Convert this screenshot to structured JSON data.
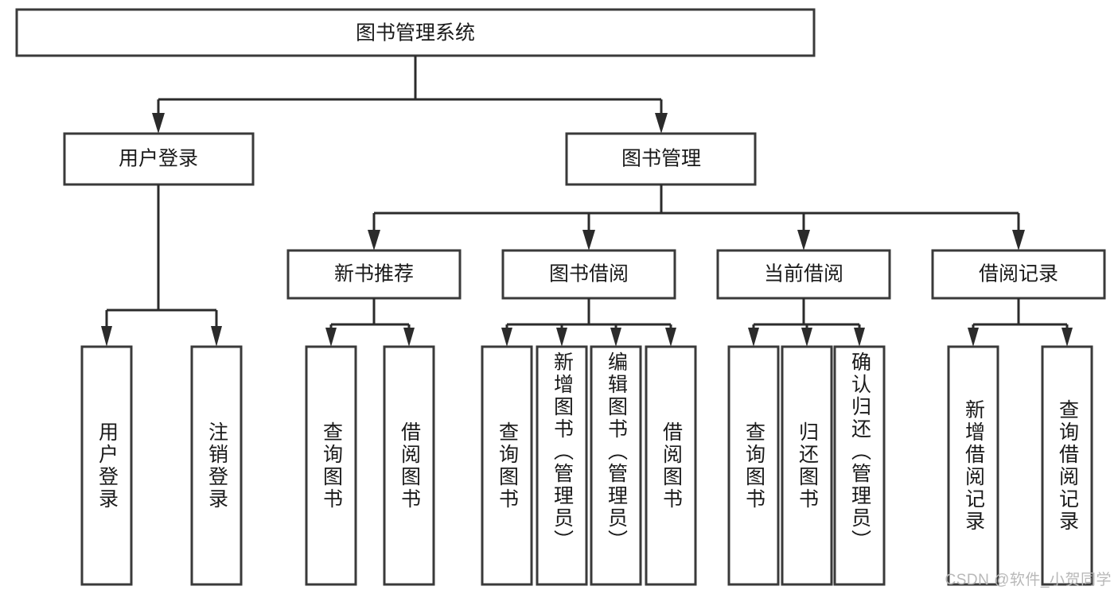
{
  "diagram": {
    "title": "图书管理系统",
    "type": "tree-hierarchy",
    "watermark": "CSDN @软件_小贺同学",
    "colors": {
      "box_stroke": "#3a3a3a",
      "edge": "#2b2b2b",
      "background": "#ffffff",
      "text": "#1a1a1a",
      "watermark": "#b8b8b8"
    },
    "root": {
      "label": "图书管理系统"
    },
    "level2": [
      {
        "label": "用户登录"
      },
      {
        "label": "图书管理"
      }
    ],
    "level3": [
      {
        "label": "新书推荐"
      },
      {
        "label": "图书借阅"
      },
      {
        "label": "当前借阅"
      },
      {
        "label": "借阅记录"
      }
    ],
    "leaves": {
      "user_login": [
        {
          "label": "用户登录"
        },
        {
          "label": "注销登录"
        }
      ],
      "new_book_recommend": [
        {
          "label": "查询图书"
        },
        {
          "label": "借阅图书"
        }
      ],
      "book_borrow": [
        {
          "label": "查询图书"
        },
        {
          "label": "新增图书（管理员）"
        },
        {
          "label": "编辑图书（管理员）"
        },
        {
          "label": "借阅图书"
        }
      ],
      "current_borrow": [
        {
          "label": "查询图书"
        },
        {
          "label": "归还图书"
        },
        {
          "label": "确认归还（管理员）"
        }
      ],
      "borrow_record": [
        {
          "label": "新增借阅记录"
        },
        {
          "label": "查询借阅记录"
        }
      ]
    }
  }
}
